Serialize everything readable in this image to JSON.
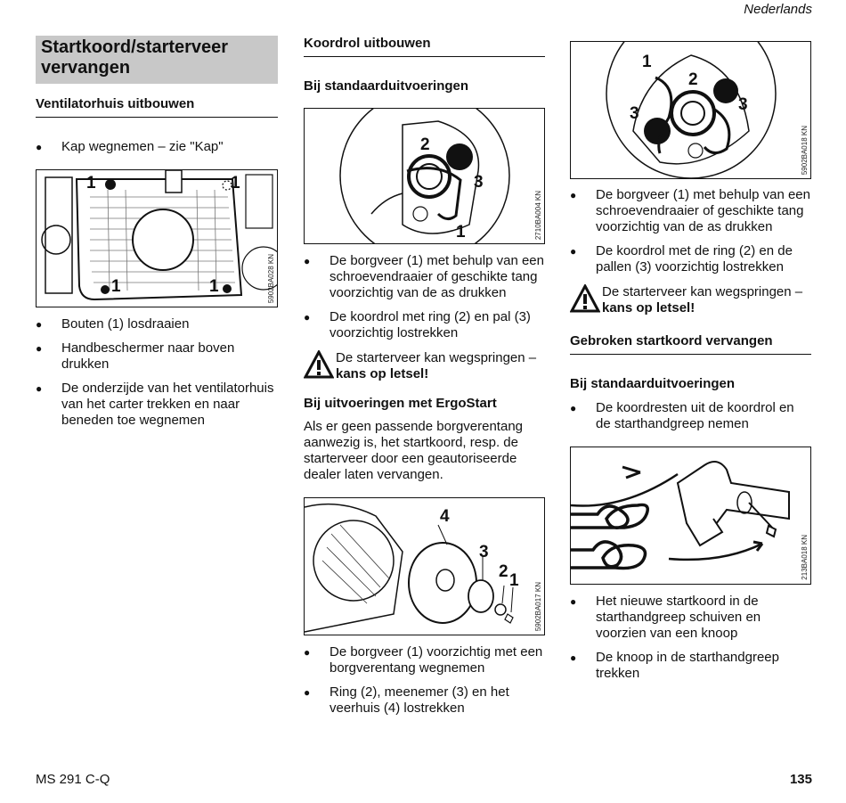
{
  "header": {
    "language": "Nederlands"
  },
  "col1": {
    "title": "Startkoord/starterveer vervangen",
    "section": "Ventilatorhuis uitbouwen",
    "bullet_top": "Kap wegnemen – zie \"Kap\"",
    "figure": {
      "code": "5902BA028 KN",
      "labels": [
        "1",
        "1",
        "1",
        "1"
      ]
    },
    "bullets": [
      "Bouten (1) losdraaien",
      "Handbeschermer naar boven drukken",
      "De onderzijde van het ventilatorhuis van het carter trekken en naar beneden toe wegnemen"
    ]
  },
  "col2": {
    "section": "Koordrol uitbouwen",
    "sub1": "Bij standaarduitvoeringen",
    "figure1": {
      "code": "2710BA004 KN",
      "labels": [
        "2",
        "3",
        "1"
      ]
    },
    "bullets1": [
      "De borgveer (1) met behulp van een schroevendraaier of geschikte tang voorzichtig van de as drukken",
      "De koordrol met ring (2) en pal (3) voorzichtig lostrekken"
    ],
    "warning": {
      "text": "De starterveer kan wegspringen –",
      "bold": "kans op letsel!"
    },
    "sub2": "Bij uitvoeringen met ErgoStart",
    "paragraph": "Als er geen passende borgverentang aanwezig is, het startkoord, resp. de starterveer door een geautoriseerde dealer laten vervangen.",
    "figure2": {
      "code": "5902BA017 KN",
      "labels": [
        "4",
        "3",
        "2",
        "1"
      ]
    },
    "bullets2": [
      "De borgveer (1) voorzichtig met een borgverentang wegnemen",
      "Ring (2), meenemer (3) en het veerhuis (4) lostrekken"
    ]
  },
  "col3": {
    "figure1": {
      "code": "5902BA018 KN",
      "labels": [
        "1",
        "2",
        "3",
        "3"
      ]
    },
    "bullets1": [
      "De borgveer (1) met behulp van een schroevendraaier of geschikte tang voorzichtig van de as drukken",
      "De koordrol met de ring (2) en de pallen (3) voorzichtig lostrekken"
    ],
    "warning": {
      "text": "De starterveer kan wegspringen –",
      "bold": "kans op letsel!"
    },
    "section": "Gebroken startkoord vervangen",
    "sub": "Bij standaarduitvoeringen",
    "bullet_mid": "De koordresten uit de koordrol en de starthandgreep nemen",
    "figure2": {
      "code": "213BA018 KN"
    },
    "bullets2": [
      "Het nieuwe startkoord in de starthandgreep schuiven en voorzien van een knoop",
      "De knoop in de starthandgreep trekken"
    ]
  },
  "footer": {
    "model": "MS 291 C-Q",
    "page": "135"
  }
}
